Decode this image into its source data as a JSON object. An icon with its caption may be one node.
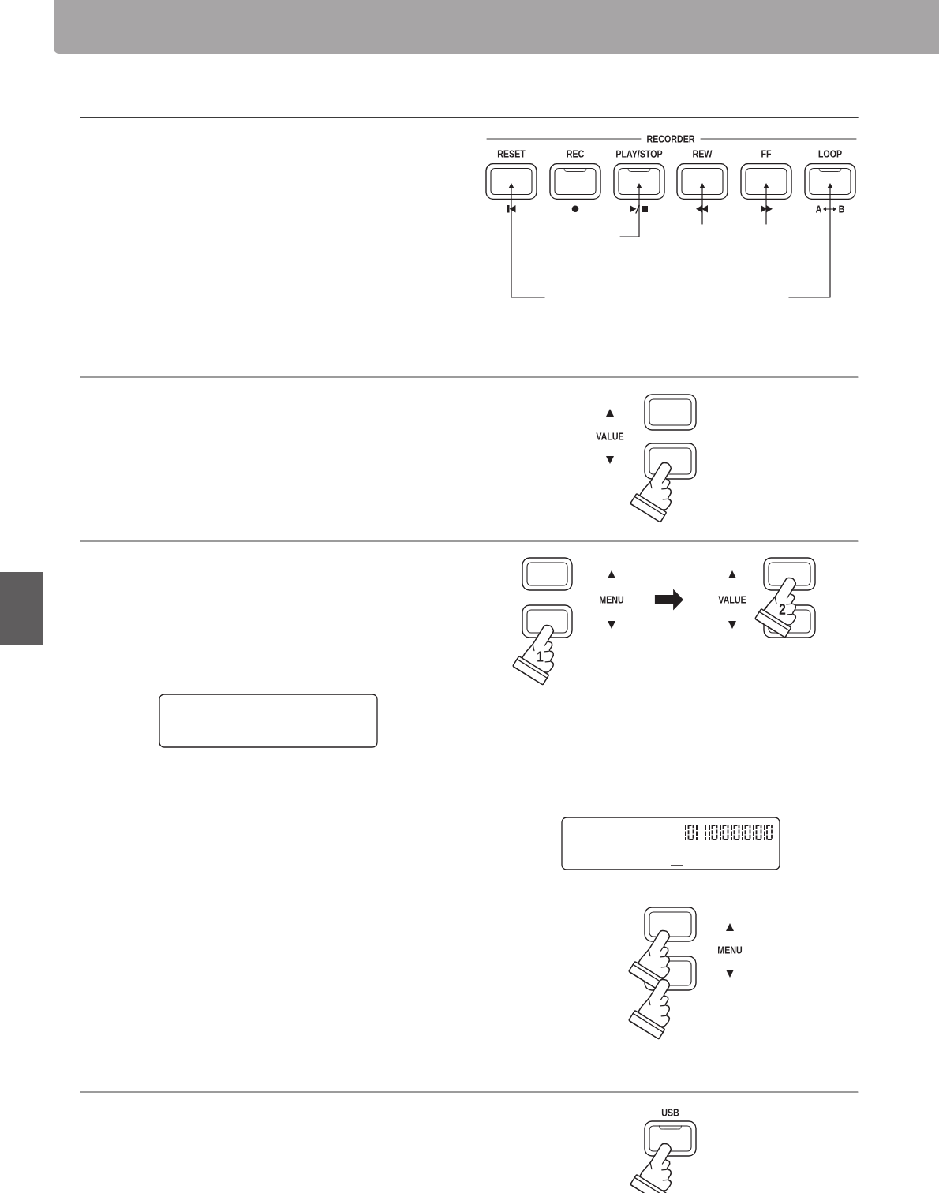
{
  "diagram": {
    "nodes": [
      {
        "text": [
          "RESET"
        ]
      },
      {
        "text": [
          "REC"
        ]
      },
      {
        "text": [
          "PLAY/STOP"
        ]
      },
      {
        "text": [
          "REW"
        ]
      },
      {
        "text": [
          "FF"
        ]
      },
      {
        "text": [
          "LOOP"
        ],
        "beside": [
          "A",
          "B"
        ]
      },
      {
        "text": [],
        "shape": "button"
      },
      {
        "text": [],
        "shape": "button"
      },
      {
        "text": [],
        "shape": "button"
      },
      {
        "text": [],
        "shape": "button"
      },
      {
        "text": [
          "MENU"
        ]
      },
      {
        "text": [
          "VALUE"
        ]
      },
      {
        "text": [],
        "shape": "button"
      },
      {
        "text": [],
        "shape": "button"
      },
      {
        "text": [],
        "shape": "box"
      },
      {
        "text": [],
        "shape": "box"
      },
      {
        "text": [],
        "shape": "button"
      },
      {
        "text": [],
        "shape": "button"
      },
      {
        "text": [
          "USB"
        ]
      }
    ],
    "edges": [
      {
        "from": null,
        "to": 0,
        "arrow": "to"
      },
      {
        "from": null,
        "to": 2,
        "arrow": "to"
      },
      {
        "from": null,
        "to": 3,
        "arrow": "to"
      },
      {
        "from": null,
        "to": 4,
        "arrow": "to"
      },
      {
        "from": null,
        "to": 5,
        "arrow": "to"
      },
      {
        "from": 10,
        "to": 11,
        "arrow": "to",
        "style": "thick"
      }
    ],
    "labels": [
      "RECORDER",
      "VALUE",
      "1",
      "2",
      "MENU"
    ]
  }
}
